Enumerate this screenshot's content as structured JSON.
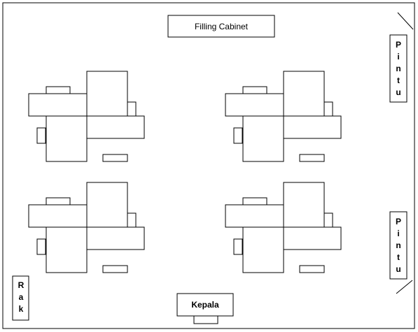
{
  "filing_cabinet": {
    "label": "Filling Cabinet"
  },
  "door_top": {
    "label": "Pintu",
    "letters": [
      "P",
      "i",
      "n",
      "t",
      "u"
    ]
  },
  "door_bottom": {
    "label": "Pintu",
    "letters": [
      "P",
      "i",
      "n",
      "t",
      "u"
    ]
  },
  "shelf": {
    "label": "Rak",
    "letters": [
      "R",
      "a",
      "k"
    ]
  },
  "head_desk": {
    "label": "Kepala"
  },
  "workstation_clusters": 4
}
